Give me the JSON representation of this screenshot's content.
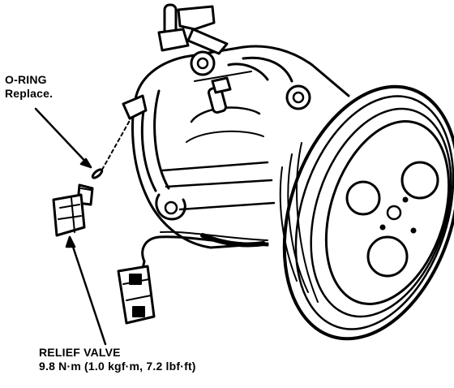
{
  "labels": {
    "oring_title": "O-RING",
    "oring_note": "Replace.",
    "relief_title": "RELIEF VALVE",
    "relief_torque": "9.8 N·m (1.0 kgf·m, 7.2 lbf·ft)"
  },
  "colors": {
    "ink": "#000000",
    "paper": "#ffffff"
  }
}
